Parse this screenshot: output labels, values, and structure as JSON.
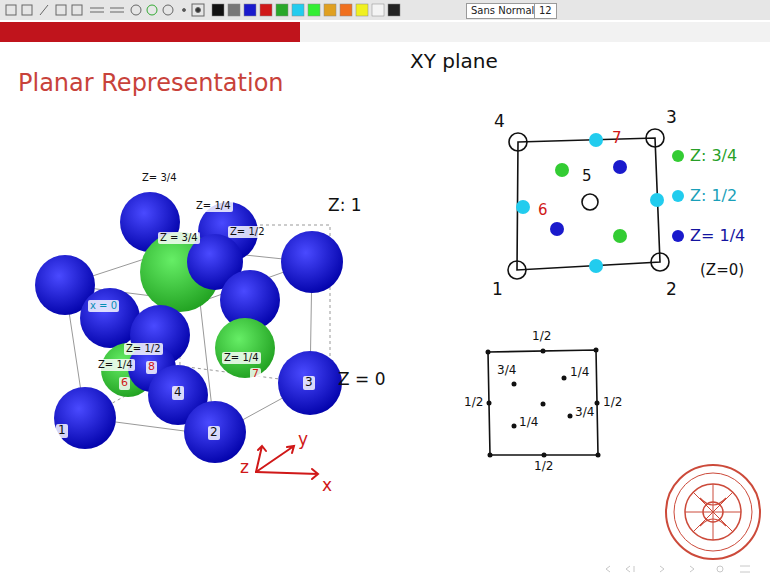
{
  "diagram": {
    "title": "Planar Representation",
    "nodes": [
      {
        "text": [
          "Sans Normal"
        ]
      },
      {
        "text": [
          "12"
        ]
      }
    ],
    "labels": [
      "XY plane",
      "Z: 1",
      "Z = 0",
      "x = 0",
      "Z= 3/4",
      "Z= 1/4",
      "Z = 3/4",
      "Z= 1/2",
      "Z= 1/2",
      "Z= 1/4",
      "8",
      "6",
      "Z= 1/4",
      "7",
      "3",
      "1",
      "2",
      "4",
      "z",
      "y",
      "x",
      "4",
      "3",
      "5",
      "6",
      "7",
      "1",
      "2",
      "(Z=0)",
      "1/2",
      "3/4",
      "1/4",
      "1/2",
      "1/2",
      "1/4",
      "3/4",
      "1/2"
    ],
    "legend": [
      {
        "text": "Z: 3/4",
        "color": "#33cc33"
      },
      {
        "text": "Z: 1/2",
        "color": "#22ccee"
      },
      {
        "text": "Z= 1/4",
        "color": "#1a1acc"
      }
    ]
  }
}
